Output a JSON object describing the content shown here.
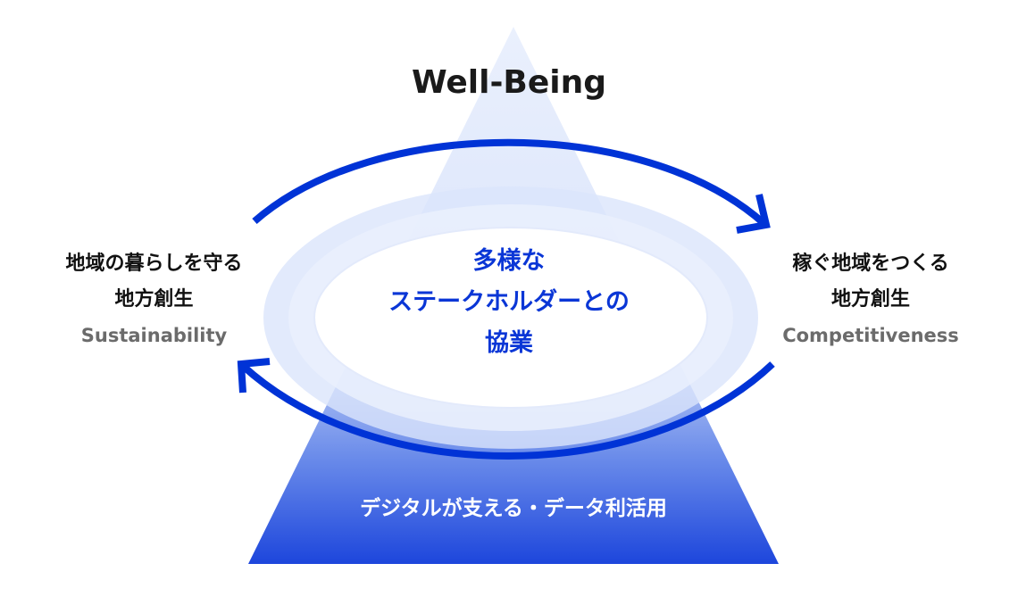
{
  "title": "Well-Being",
  "left": {
    "line1": "地域の暮らしを守る",
    "line2": "地方創生",
    "en": "Sustainability"
  },
  "right": {
    "line1": "稼ぐ地域をつくる",
    "line2": "地方創生",
    "en": "Competitiveness"
  },
  "center": {
    "line1": "多様な",
    "line2": "ステークホルダーとの",
    "line3": "協業"
  },
  "base": "デジタルが支える・データ利活用",
  "colors": {
    "arrow": "#0033d6",
    "base_dark": "#1d46dc",
    "text_blue": "#0a36d6"
  }
}
